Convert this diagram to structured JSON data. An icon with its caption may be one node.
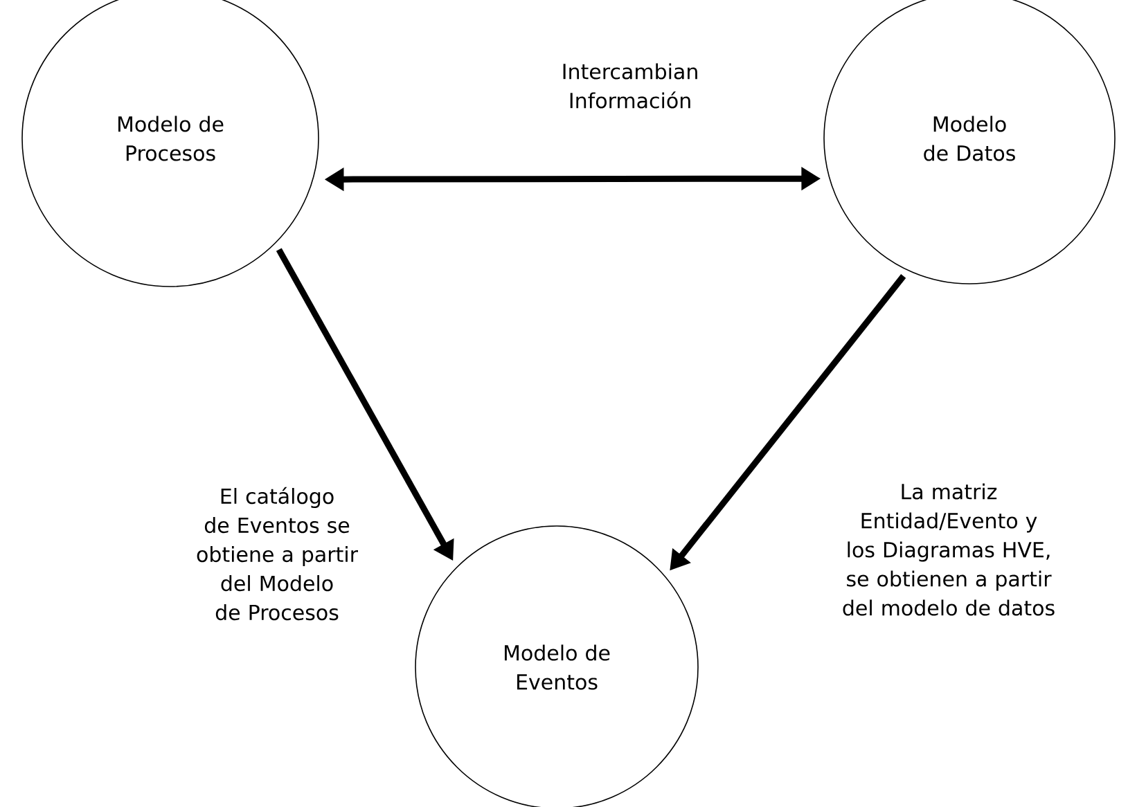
{
  "diagram": {
    "nodes": [
      {
        "text": [
          "Modelo de Procesos"
        ]
      },
      {
        "text": [
          "Modelo de Datos"
        ]
      },
      {
        "text": [
          "Modelo de Eventos"
        ]
      }
    ],
    "edges": [
      {
        "from": 0,
        "to": 1,
        "arrow": "both",
        "label": "Intercambian Información"
      },
      {
        "from": 0,
        "to": 2,
        "arrow": "to",
        "label": "El catálogo de Eventos se obtiene a partir del Modelo de Procesos"
      },
      {
        "from": 1,
        "to": 2,
        "arrow": "to",
        "label": "La matriz Entidad/Evento y los Diagramas HVE, se obtienen a partir del modelo de datos"
      }
    ]
  }
}
